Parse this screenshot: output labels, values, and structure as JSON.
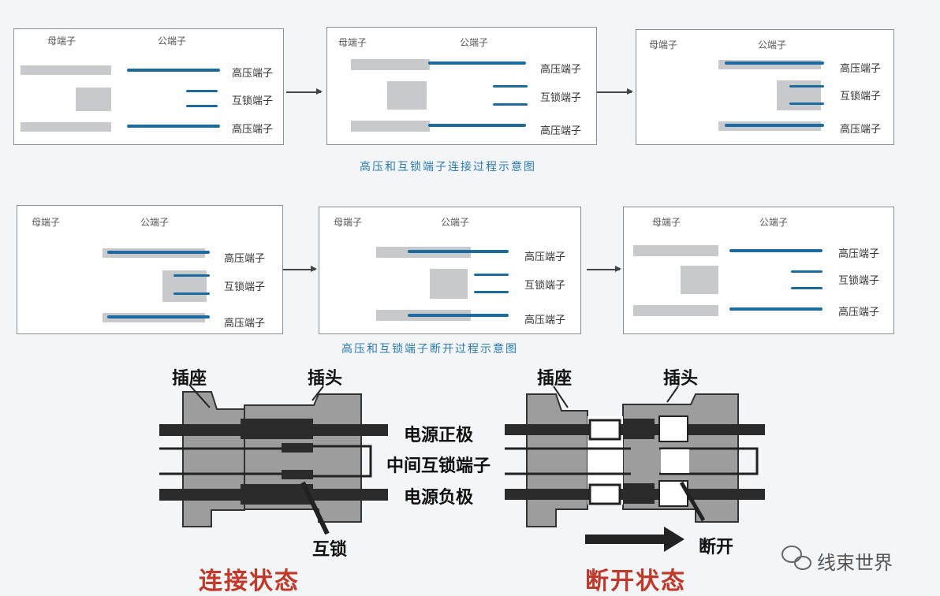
{
  "top_row": {
    "panels": [
      {
        "female_label": "母端子",
        "male_label": "公端子",
        "labels": [
          "高压端子",
          "互锁端子",
          "高压端子"
        ]
      },
      {
        "female_label": "母端子",
        "male_label": "公端子",
        "labels": [
          "高压端子",
          "互锁端子",
          "高压端子"
        ]
      },
      {
        "female_label": "母端子",
        "male_label": "公端子",
        "labels": [
          "高压端子",
          "互锁端子",
          "高压端子"
        ]
      }
    ],
    "caption": "高压和互锁端子连接过程示意图"
  },
  "middle_row": {
    "panels": [
      {
        "female_label": "母端子",
        "male_label": "公端子",
        "labels": [
          "高压端子",
          "互锁端子",
          "高压端子"
        ]
      },
      {
        "female_label": "母端子",
        "male_label": "公端子",
        "labels": [
          "高压端子",
          "互锁端子",
          "高压端子"
        ]
      },
      {
        "female_label": "母端子",
        "male_label": "公端子",
        "labels": [
          "高压端子",
          "互锁端子",
          "高压端子"
        ]
      }
    ],
    "caption": "高压和互锁端子断开过程示意图"
  },
  "bottom": {
    "left_socket": "插座",
    "left_plug": "插头",
    "right_socket": "插座",
    "right_plug": "插头",
    "center_labels": [
      "电源正极",
      "中间互锁端子",
      "电源负极"
    ],
    "interlock_label": "互锁",
    "disconnect_label": "断开",
    "connected_state": "连接状态",
    "disconnected_state": "断开状态",
    "watermark": "线束世界",
    "colors": {
      "housing": "#9d9d9d",
      "conductor": "#2b2b2b",
      "state_text": "#c0392b",
      "caption": "#2a7ab0"
    }
  }
}
